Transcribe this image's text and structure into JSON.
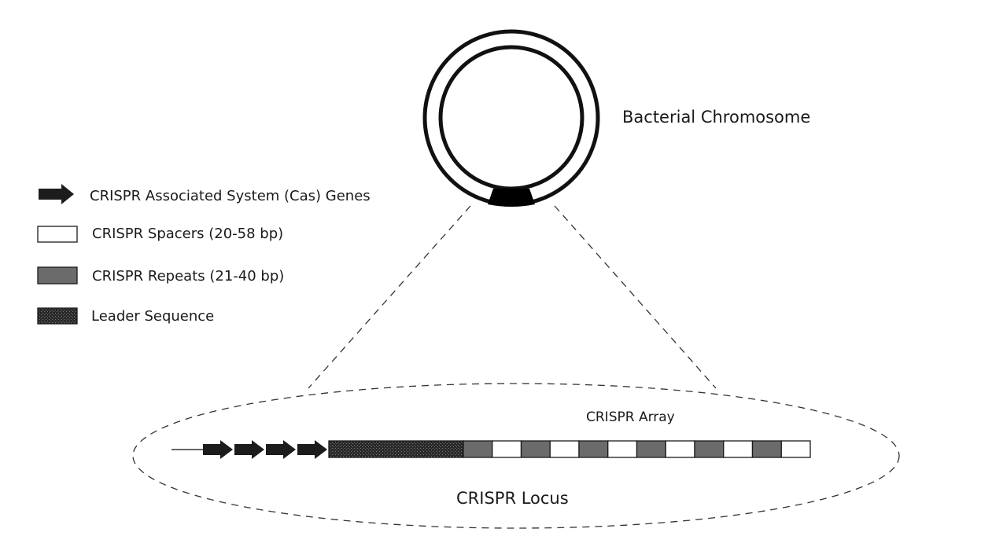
{
  "chromosome": {
    "label": "Bacterial Chromosome"
  },
  "legend": {
    "items": [
      {
        "key": "cas",
        "label": "CRISPR Associated System (Cas) Genes"
      },
      {
        "key": "spacer",
        "label": "CRISPR Spacers (20-58 bp)"
      },
      {
        "key": "repeat",
        "label": "CRISPR Repeats (21-40 bp)"
      },
      {
        "key": "leader",
        "label": "Leader Sequence"
      }
    ]
  },
  "locus": {
    "label": "CRISPR Locus",
    "array_label": "CRISPR Array",
    "cas_gene_count": 4,
    "array": [
      "repeat",
      "spacer",
      "repeat",
      "spacer",
      "repeat",
      "spacer",
      "repeat",
      "spacer",
      "repeat",
      "spacer",
      "repeat",
      "spacer"
    ]
  },
  "colors": {
    "repeat": "#6b6b6b",
    "spacer": "#ffffff",
    "leader": "#2a2a2a",
    "cas": "#1c1c1c",
    "outline": "#1a1a1a"
  }
}
